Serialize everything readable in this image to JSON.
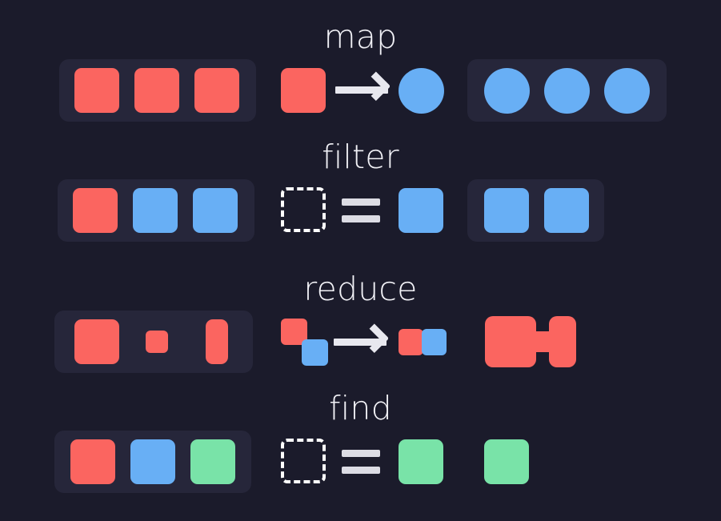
{
  "diagram": {
    "title_visible": false,
    "background_color": "#1b1b2b",
    "tray_color": "#26263a",
    "palette": {
      "red": "#fb6560",
      "blue": "#68aff5",
      "green": "#79e3a8",
      "white": "#ffffff",
      "text": "#f2f2f7",
      "glyph": "#e0e0e8"
    },
    "rows": [
      {
        "label": "map",
        "source": {
          "has_tray": true,
          "items": [
            {
              "shape": "square",
              "color": "#fb6560"
            },
            {
              "shape": "square",
              "color": "#fb6560"
            },
            {
              "shape": "square",
              "color": "#fb6560"
            }
          ]
        },
        "operation": {
          "type": "transform-arrow",
          "from": {
            "shape": "square",
            "color": "#fb6560"
          },
          "glyph": "arrow-right",
          "to": {
            "shape": "circle",
            "color": "#68aff5"
          }
        },
        "result": {
          "has_tray": true,
          "items": [
            {
              "shape": "circle",
              "color": "#68aff5"
            },
            {
              "shape": "circle",
              "color": "#68aff5"
            },
            {
              "shape": "circle",
              "color": "#68aff5"
            }
          ]
        }
      },
      {
        "label": "filter",
        "source": {
          "has_tray": true,
          "items": [
            {
              "shape": "square",
              "color": "#fb6560"
            },
            {
              "shape": "square",
              "color": "#68aff5"
            },
            {
              "shape": "square",
              "color": "#68aff5"
            }
          ]
        },
        "operation": {
          "type": "predicate-equals",
          "from": {
            "shape": "dashed-square",
            "color": "#ffffff"
          },
          "glyph": "equals",
          "to": {
            "shape": "square",
            "color": "#68aff5"
          }
        },
        "result": {
          "has_tray": true,
          "items": [
            {
              "shape": "square",
              "color": "#68aff5"
            },
            {
              "shape": "square",
              "color": "#68aff5"
            }
          ]
        }
      },
      {
        "label": "reduce",
        "source": {
          "has_tray": true,
          "items": [
            {
              "shape": "square-large",
              "color": "#fb6560"
            },
            {
              "shape": "square-small",
              "color": "#fb6560"
            },
            {
              "shape": "rect-tall",
              "color": "#fb6560"
            }
          ]
        },
        "operation": {
          "type": "accumulate-arrow",
          "from": [
            {
              "shape": "square-small",
              "color": "#fb6560"
            },
            {
              "shape": "square-small",
              "color": "#68aff5"
            }
          ],
          "glyph": "arrow-right",
          "to": [
            {
              "shape": "square-small",
              "color": "#fb6560"
            },
            {
              "shape": "square-small",
              "color": "#68aff5"
            }
          ]
        },
        "result": {
          "has_tray": false,
          "items": [
            {
              "shape": "merged-dumbbell",
              "color": "#fb6560"
            }
          ]
        }
      },
      {
        "label": "find",
        "source": {
          "has_tray": true,
          "items": [
            {
              "shape": "square",
              "color": "#fb6560"
            },
            {
              "shape": "square",
              "color": "#68aff5"
            },
            {
              "shape": "square",
              "color": "#79e3a8"
            }
          ]
        },
        "operation": {
          "type": "predicate-equals",
          "from": {
            "shape": "dashed-square",
            "color": "#ffffff"
          },
          "glyph": "equals",
          "to": {
            "shape": "square",
            "color": "#79e3a8"
          }
        },
        "result": {
          "has_tray": false,
          "items": [
            {
              "shape": "square",
              "color": "#79e3a8"
            }
          ]
        }
      }
    ]
  }
}
